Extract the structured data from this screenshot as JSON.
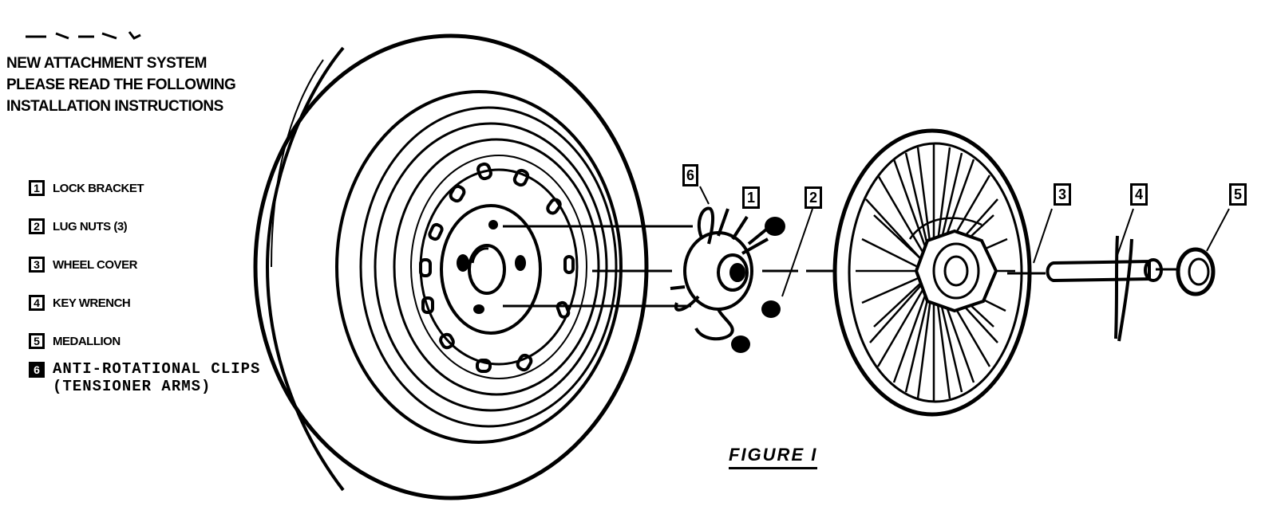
{
  "heading": {
    "line1": "NEW ATTACHMENT SYSTEM",
    "line2": "PLEASE READ THE FOLLOWING",
    "line3": "INSTALLATION INSTRUCTIONS"
  },
  "legend": {
    "items": [
      {
        "number": "1",
        "label": "LOCK BRACKET"
      },
      {
        "number": "2",
        "label": "LUG NUTS (3)"
      },
      {
        "number": "3",
        "label": "WHEEL COVER"
      },
      {
        "number": "4",
        "label": "KEY WRENCH"
      },
      {
        "number": "5",
        "label": "MEDALLION"
      },
      {
        "number": "6",
        "label_line1": "ANTI-ROTATIONAL CLIPS",
        "label_line2": "(TENSIONER ARMS)"
      }
    ]
  },
  "callouts": [
    "6",
    "1",
    "2",
    "3",
    "4",
    "5"
  ],
  "figure_caption": "FIGURE I"
}
